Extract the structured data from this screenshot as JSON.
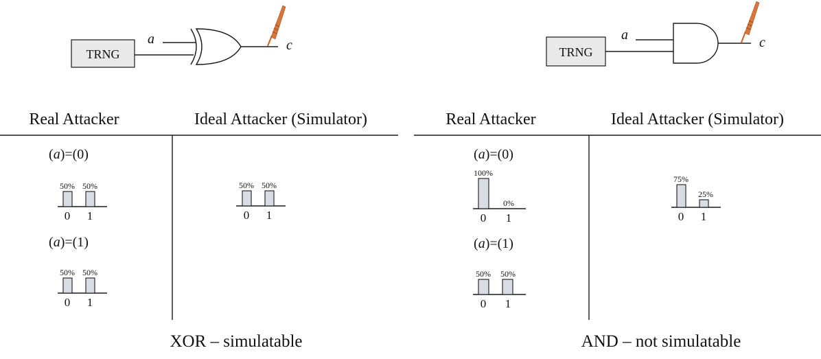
{
  "colors": {
    "bar_fill": "#d7dce5",
    "probe": "#d9763a",
    "trng_box": "#e9e9e9"
  },
  "panels": [
    {
      "circuit": {
        "gate": "xor",
        "source_label": "TRNG",
        "input_label": "a",
        "output_label": "c",
        "probe_icon": "probe-icon"
      },
      "headers": {
        "real": "Real Attacker",
        "ideal": "Ideal Attacker (Simulator)"
      },
      "real": [
        {
          "condition": "(a)=(0)",
          "values": [
            50,
            50
          ],
          "labels": [
            "50%",
            "50%"
          ],
          "categories": [
            "0",
            "1"
          ]
        },
        {
          "condition": "(a)=(1)",
          "values": [
            50,
            50
          ],
          "labels": [
            "50%",
            "50%"
          ],
          "categories": [
            "0",
            "1"
          ]
        }
      ],
      "ideal": {
        "values": [
          50,
          50
        ],
        "labels": [
          "50%",
          "50%"
        ],
        "categories": [
          "0",
          "1"
        ]
      },
      "caption": "XOR – simulatable"
    },
    {
      "circuit": {
        "gate": "and",
        "source_label": "TRNG",
        "input_label": "a",
        "output_label": "c",
        "probe_icon": "probe-icon"
      },
      "headers": {
        "real": "Real Attacker",
        "ideal": "Ideal Attacker (Simulator)"
      },
      "real": [
        {
          "condition": "(a)=(0)",
          "values": [
            100,
            0
          ],
          "labels": [
            "100%",
            "0%"
          ],
          "categories": [
            "0",
            "1"
          ]
        },
        {
          "condition": "(a)=(1)",
          "values": [
            50,
            50
          ],
          "labels": [
            "50%",
            "50%"
          ],
          "categories": [
            "0",
            "1"
          ]
        }
      ],
      "ideal": {
        "values": [
          75,
          25
        ],
        "labels": [
          "75%",
          "25%"
        ],
        "categories": [
          "0",
          "1"
        ]
      },
      "caption": "AND – not simulatable"
    }
  ]
}
